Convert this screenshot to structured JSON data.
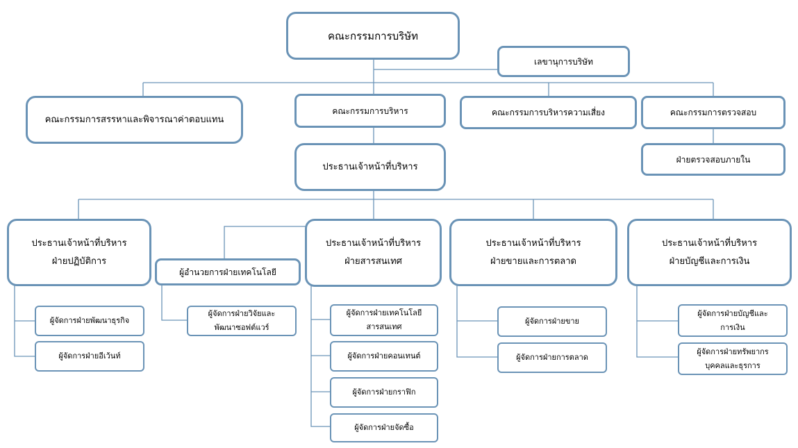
{
  "nodes": {
    "board": "คณะกรรมการบริษัท",
    "secretary": "เลขานุการบริษัท",
    "nomination": "คณะกรรมการสรรหาและพิจารณาค่าตอบแทน",
    "executive": "คณะกรรมการบริหาร",
    "risk": "คณะกรรมการบริหารความเสี่ยง",
    "audit": "คณะกรรมการตรวจสอบ",
    "internal_audit": "ฝ่ายตรวจสอบภายใน",
    "ceo": "ประธานเจ้าหน้าที่บริหาร",
    "ops_chief": [
      "ประธานเจ้าหน้าที่บริหาร",
      "ฝ่ายปฏิบัติการ"
    ],
    "tech_director": "ผู้อำนวยการฝ่ายเทคโนโลยี",
    "info_chief": [
      "ประธานเจ้าหน้าที่บริหาร",
      "ฝ่ายสารสนเทศ"
    ],
    "sales_chief": [
      "ประธานเจ้าหน้าที่บริหาร",
      "ฝ่ายขายและการตลาด"
    ],
    "finance_chief": [
      "ประธานเจ้าหน้าที่บริหาร",
      "ฝ่ายบัญชีและการเงิน"
    ],
    "biz_dev_mgr": "ผู้จัดการฝ่ายพัฒนาธุรกิจ",
    "event_mgr": "ผู้จัดการฝ่ายอีเว้นท์",
    "rnd_mgr": [
      "ผู้จัดการฝ่ายวิจัยและ",
      "พัฒนาซอฟต์แวร์"
    ],
    "it_mgr": [
      "ผู้จัดการฝ่ายเทคโนโลยี",
      "สารสนเทศ"
    ],
    "content_mgr": "ผู้จัดการฝ่ายคอนเทนต์",
    "graphic_mgr": "ผู้จัดการฝ่ายกราฟิก",
    "purchasing_mgr": "ผู้จัดการฝ่ายจัดซื้อ",
    "sales_mgr": "ผู้จัดการฝ่ายขาย",
    "marketing_mgr": "ผู้จัดการฝ่ายการตลาด",
    "accounting_mgr": [
      "ผู้จัดการฝ่ายบัญชีและ",
      "การเงิน"
    ],
    "hr_mgr": [
      "ผู้จัดการฝ่ายทรัพยากร",
      "บุคคลและธุรการ"
    ]
  },
  "style": {
    "border_color": "#6a93b6",
    "line_color": "#6a93b6"
  }
}
